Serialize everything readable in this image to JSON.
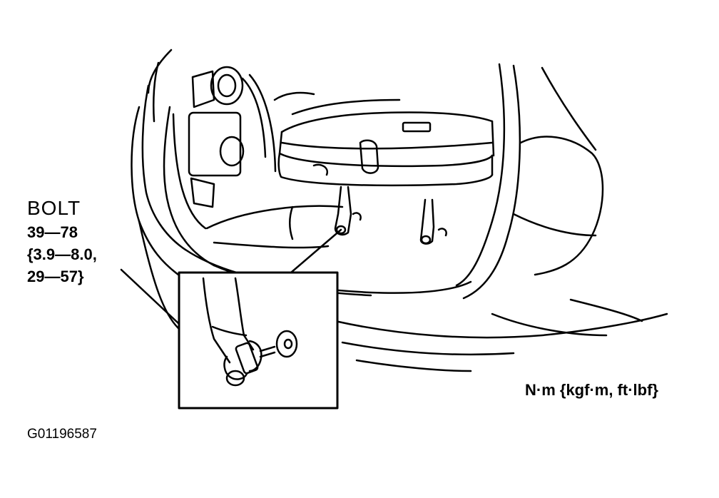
{
  "diagram": {
    "bolt_label": "BOLT",
    "torque_lines": [
      "39—78",
      "{3.9—8.0,",
      "29—57}"
    ],
    "units_label": "N·m {kgf·m, ft·lbf}",
    "figure_id": "G01196587"
  }
}
